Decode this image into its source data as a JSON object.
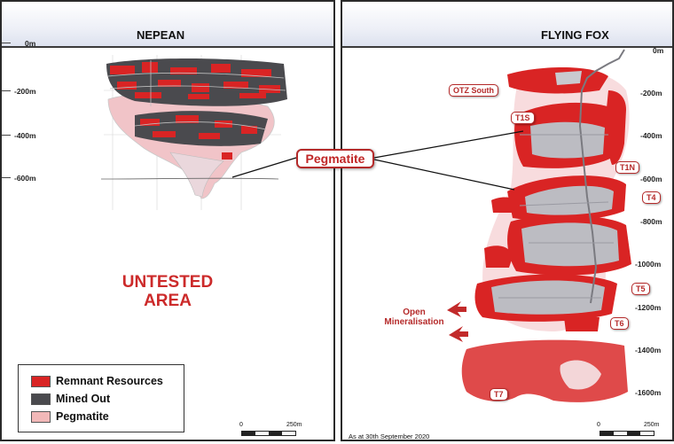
{
  "left_panel": {
    "title": "NEPEAN",
    "depth_labels": [
      "0m",
      "-200m",
      "-400m",
      "-600m"
    ],
    "untested_line1": "UNTESTED",
    "untested_line2": "AREA",
    "scale": {
      "start": "0",
      "end": "250m"
    }
  },
  "right_panel": {
    "title": "FLYING FOX",
    "depth_labels": [
      "0m",
      "-200m",
      "-400m",
      "-600m",
      "-800m",
      "-1000m",
      "-1200m",
      "-1400m",
      "-1600m"
    ],
    "annotations": [
      "OTZ South",
      "T1S",
      "T1N",
      "T4",
      "T5",
      "T6",
      "T7"
    ],
    "open_mineralisation_line1": "Open",
    "open_mineralisation_line2": "Mineralisation",
    "as_at": "As at 30th September 2020",
    "scale": {
      "start": "0",
      "end": "250m"
    }
  },
  "pegmatite_callout": "Pegmatite",
  "legend": {
    "items": [
      {
        "label": "Remnant Resources",
        "color": "#d92424"
      },
      {
        "label": "Mined Out",
        "color": "#4a4a4e"
      },
      {
        "label": "Pegmatite",
        "color": "#f2b8b8"
      }
    ]
  },
  "colors": {
    "remnant": "#d92424",
    "mined": "#4a4a4e",
    "pegmatite": "#f2b8b8",
    "annotation": "#b52a2a"
  }
}
